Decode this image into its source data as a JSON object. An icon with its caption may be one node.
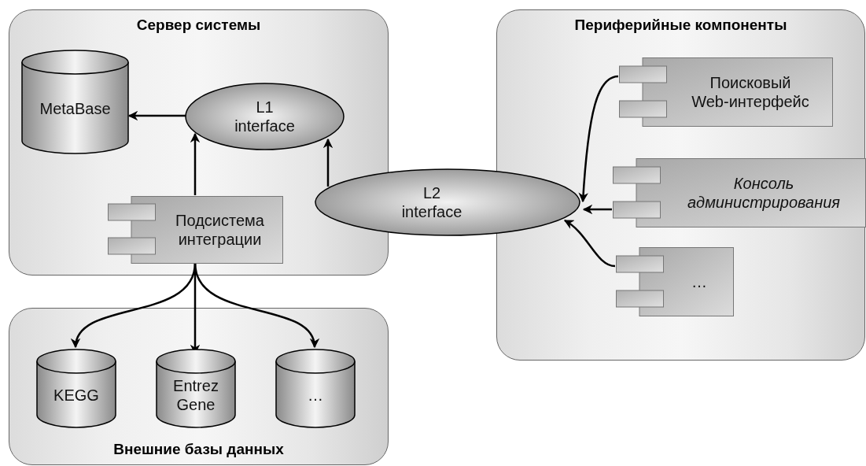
{
  "diagram": {
    "nodes": [
      {
        "text": [
          "Сервер системы"
        ]
      },
      {
        "text": [
          "MetaBase"
        ],
        "in": 0
      },
      {
        "text": [
          "L1 interface"
        ],
        "in": 0
      },
      {
        "text": [
          "Подсистема интеграции"
        ],
        "in": 0
      },
      {
        "text": [
          "L2 interface"
        ]
      },
      {
        "text": [
          "Периферийные компоненты"
        ]
      },
      {
        "text": [
          "Поисковый Web-интерфейс"
        ],
        "in": 5
      },
      {
        "text": [
          "Консоль администрирования"
        ],
        "in": 5
      },
      {
        "text": [
          "…"
        ],
        "in": 5
      },
      {
        "text": [
          "Внешние базы данных"
        ]
      },
      {
        "text": [
          "KEGG"
        ],
        "in": 9
      },
      {
        "text": [
          "Entrez Gene"
        ],
        "in": 9
      },
      {
        "text": [
          "…"
        ],
        "in": 9
      }
    ],
    "edges": [
      {
        "from": 2,
        "to": 1,
        "arrow": "to"
      },
      {
        "from": 3,
        "to": 2,
        "arrow": "to"
      },
      {
        "from": 4,
        "to": 2,
        "arrow": "to"
      },
      {
        "from": 6,
        "to": 4,
        "arrow": "to"
      },
      {
        "from": 7,
        "to": 4,
        "arrow": "to"
      },
      {
        "from": 8,
        "to": 4,
        "arrow": "to"
      },
      {
        "from": 3,
        "to": 10,
        "arrow": "to"
      },
      {
        "from": 3,
        "to": 11,
        "arrow": "to"
      },
      {
        "from": 3,
        "to": 12,
        "arrow": "to"
      }
    ]
  }
}
